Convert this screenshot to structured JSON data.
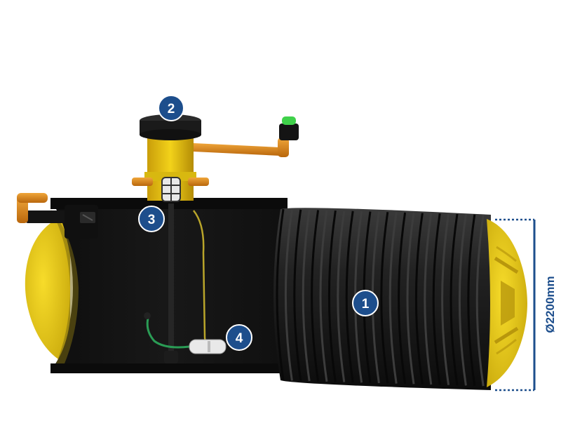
{
  "markers": [
    {
      "id": "1",
      "label": "1"
    },
    {
      "id": "2",
      "label": "2"
    },
    {
      "id": "3",
      "label": "3"
    },
    {
      "id": "4",
      "label": "4"
    }
  ],
  "dimension": {
    "label": "Ø2200mm"
  },
  "colors": {
    "tank_body": "#1c1c1c",
    "endcap_yellow": "#f2d21a",
    "pipe_orange": "#e08a1a",
    "marker_blue": "#1d4e8c",
    "dimension_blue": "#1d4e8c",
    "indicator_green": "#3fd14a"
  }
}
